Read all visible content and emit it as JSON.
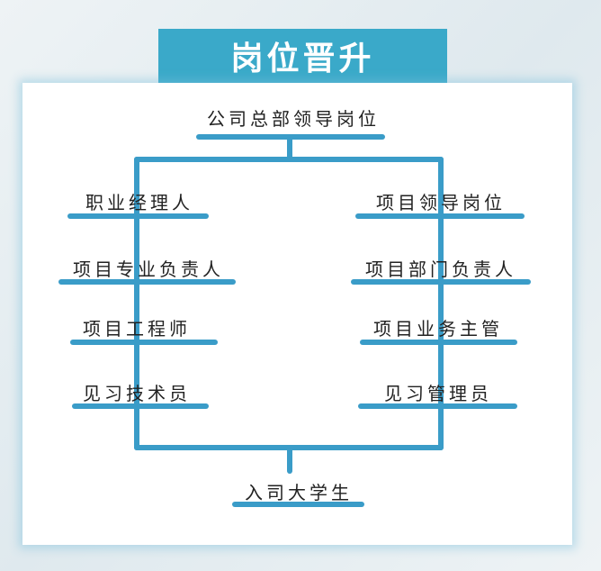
{
  "title": "岗位晋升",
  "top": "公司总部领导岗位",
  "bottom": "入司大学生",
  "left_track": [
    "职业经理人",
    "项目专业负责人",
    "项目工程师",
    "见习技术员"
  ],
  "right_track": [
    "项目领导岗位",
    "项目部门负责人",
    "项目业务主管",
    "见习管理员"
  ],
  "colors": {
    "accent": "#3aa9c9",
    "line": "#3a9cc8"
  }
}
